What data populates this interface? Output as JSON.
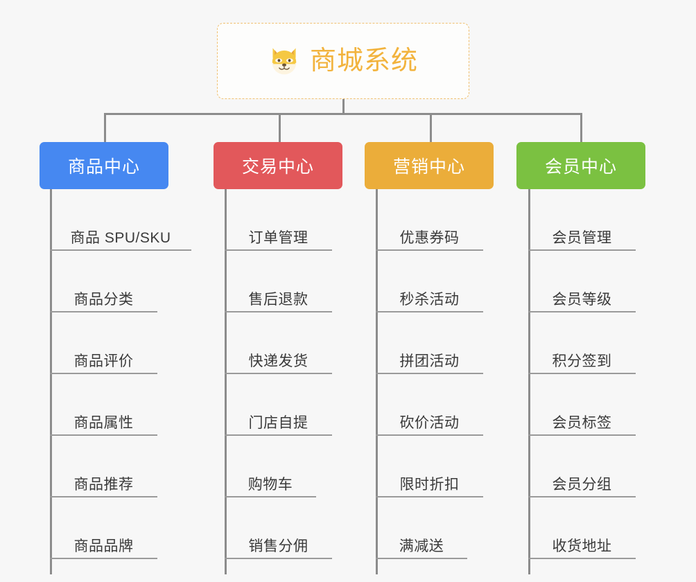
{
  "root": {
    "title": "商城系统",
    "icon": "shiba-dog-face-icon",
    "border_color": "#f0c070",
    "text_color": "#f2b33d",
    "background": "#fdfdfc"
  },
  "canvas": {
    "background": "#f7f7f7",
    "connector_color": "#8c8c8c"
  },
  "categories": [
    {
      "label": "商品中心",
      "color": "#4688f1",
      "text_color": "#ffffff",
      "items": [
        "商品 SPU/SKU",
        "商品分类",
        "商品评价",
        "商品属性",
        "商品推荐",
        "商品品牌"
      ]
    },
    {
      "label": "交易中心",
      "color": "#e2585b",
      "text_color": "#ffffff",
      "items": [
        "订单管理",
        "售后退款",
        "快递发货",
        "门店自提",
        "购物车",
        "销售分佣"
      ]
    },
    {
      "label": "营销中心",
      "color": "#ebad3a",
      "text_color": "#ffffff",
      "items": [
        "优惠券码",
        "秒杀活动",
        "拼团活动",
        "砍价活动",
        "限时折扣",
        "满减送"
      ]
    },
    {
      "label": "会员中心",
      "color": "#7bc141",
      "text_color": "#ffffff",
      "items": [
        "会员管理",
        "会员等级",
        "积分签到",
        "会员标签",
        "会员分组",
        "收货地址"
      ]
    }
  ]
}
